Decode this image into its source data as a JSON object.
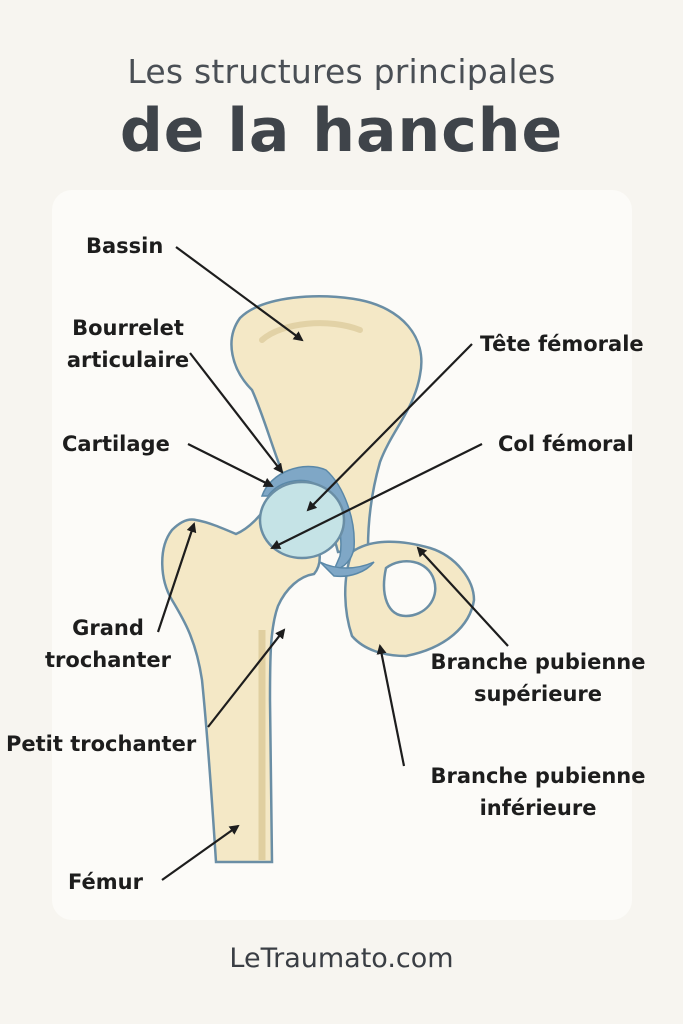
{
  "title": {
    "line1": "Les structures principales",
    "line2": "de la hanche"
  },
  "labels": {
    "bassin": "Bassin",
    "bourrelet_1": "Bourrelet",
    "bourrelet_2": "articulaire",
    "cartilage": "Cartilage",
    "grand_trochanter_1": "Grand",
    "grand_trochanter_2": "trochanter",
    "petit_trochanter": "Petit trochanter",
    "femur": "Fémur",
    "tete_femorale": "Tête fémorale",
    "col_femoral": "Col fémoral",
    "branche_sup_1": "Branche pubienne",
    "branche_sup_2": "supérieure",
    "branche_inf_1": "Branche pubienne",
    "branche_inf_2": "inférieure"
  },
  "footer": "LeTraumato.com",
  "colors": {
    "bone": "#f4e8c6",
    "bone_outline": "#6a8ea5",
    "cartilage": "#c5e3e6",
    "labrum": "#7fa7c6",
    "arrow": "#1d1d1d"
  }
}
